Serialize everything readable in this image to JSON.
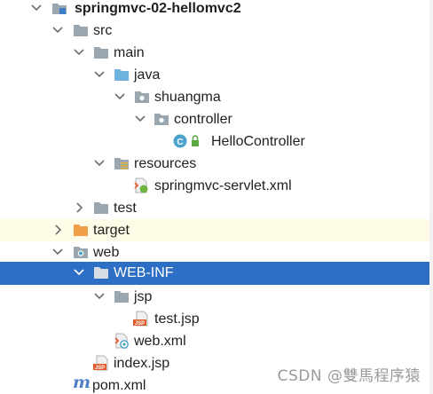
{
  "colors": {
    "selection": "#2d6fc4",
    "target_highlight": "#fdfae6",
    "folder": "#9aa7b0",
    "source_folder": "#6fb2dd",
    "excluded_folder": "#f0a04a",
    "jsp_badge": "#e15b2d",
    "class_icon": "#4aa3c9"
  },
  "tree": {
    "items": [
      {
        "label": "springmvc-02-hellomvc2",
        "icon": "module-folder-icon",
        "expand": "expanded",
        "bold": true
      },
      {
        "label": "src",
        "icon": "folder-icon",
        "expand": "expanded"
      },
      {
        "label": "main",
        "icon": "folder-icon",
        "expand": "expanded"
      },
      {
        "label": "java",
        "icon": "source-folder-icon",
        "expand": "expanded"
      },
      {
        "label": "shuangma",
        "icon": "package-icon",
        "expand": "expanded"
      },
      {
        "label": "controller",
        "icon": "package-icon",
        "expand": "expanded"
      },
      {
        "label": "HelloController",
        "icon": "java-class-icon",
        "expand": "none"
      },
      {
        "label": "resources",
        "icon": "resources-folder-icon",
        "expand": "expanded"
      },
      {
        "label": "springmvc-servlet.xml",
        "icon": "spring-xml-icon",
        "expand": "none"
      },
      {
        "label": "test",
        "icon": "folder-icon",
        "expand": "collapsed"
      },
      {
        "label": "target",
        "icon": "excluded-folder-icon",
        "expand": "collapsed"
      },
      {
        "label": "web",
        "icon": "web-folder-icon",
        "expand": "expanded"
      },
      {
        "label": "WEB-INF",
        "icon": "folder-icon",
        "expand": "expanded",
        "selected": true
      },
      {
        "label": "jsp",
        "icon": "folder-icon",
        "expand": "expanded"
      },
      {
        "label": "test.jsp",
        "icon": "jsp-file-icon",
        "expand": "none"
      },
      {
        "label": "web.xml",
        "icon": "web-xml-icon",
        "expand": "none"
      },
      {
        "label": "index.jsp",
        "icon": "jsp-file-icon",
        "expand": "none"
      },
      {
        "label": "pom.xml",
        "icon": "maven-icon",
        "expand": "none"
      }
    ],
    "badges": {
      "jsp": "JSP",
      "java_class": "C",
      "maven": "m"
    }
  },
  "watermark": "CSDN @雙馬程序猿"
}
